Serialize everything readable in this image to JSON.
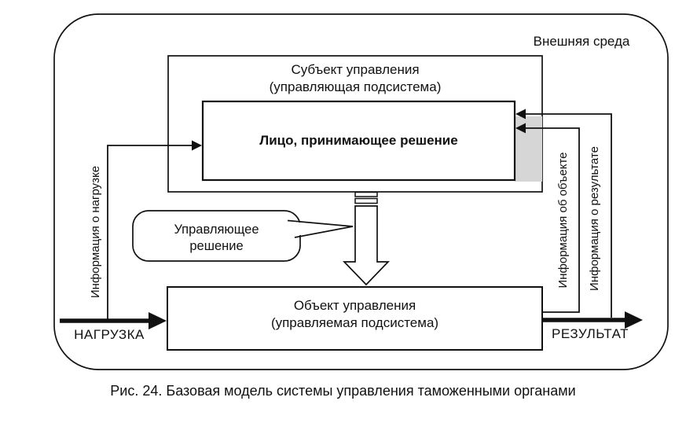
{
  "figure": {
    "environment_label": "Внешняя среда",
    "subject_box": {
      "line1": "Субъект управления",
      "line2": "(управляющая подсистема)"
    },
    "decision_maker_box": {
      "label": "Лицо, принимающее решение"
    },
    "object_box": {
      "line1": "Объект управления",
      "line2": "(управляемая подсистема)"
    },
    "bubble": {
      "line1": "Управляющее",
      "line2": "решение"
    },
    "flows": {
      "info_load": "Информация о нагрузке",
      "info_object": "Информация об объекте",
      "info_result": "Информация о результате",
      "input": "НАГРУЗКА",
      "output": "РЕЗУЛЬТАТ"
    },
    "caption": "Рис. 24. Базовая модель системы управления таможенными органами",
    "colors": {
      "line": "#111111",
      "shade": "#d6d6d6",
      "background": "#ffffff"
    }
  }
}
